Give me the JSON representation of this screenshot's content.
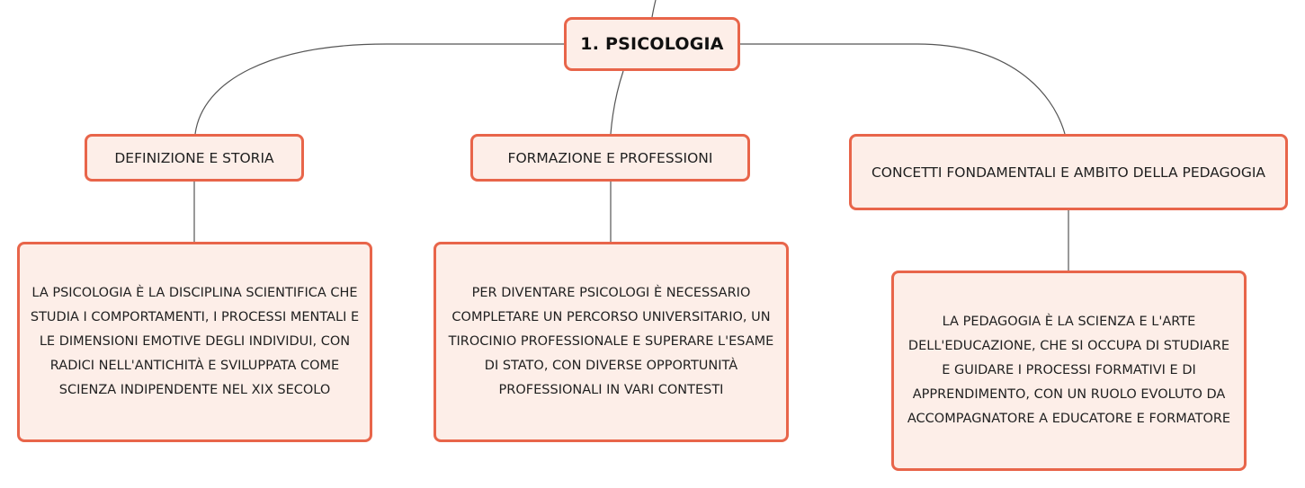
{
  "root": {
    "label": "1. PSICOLOGIA"
  },
  "branches": [
    {
      "label": "DEFINIZIONE E STORIA",
      "detail": "LA PSICOLOGIA È LA DISCIPLINA SCIENTIFICA CHE STUDIA I COMPORTAMENTI, I PROCESSI MENTALI E LE DIMENSIONI EMOTIVE DEGLI INDIVIDUI, CON RADICI NELL'ANTICHITÀ E SVILUPPATA COME SCIENZA INDIPENDENTE NEL XIX SECOLO"
    },
    {
      "label": "FORMAZIONE E PROFESSIONI",
      "detail": "PER DIVENTARE PSICOLOGI È NECESSARIO COMPLETARE UN PERCORSO UNIVERSITARIO, UN TIROCINIO PROFESSIONALE E SUPERARE L'ESAME DI STATO, CON DIVERSE OPPORTUNITÀ PROFESSIONALI IN VARI CONTESTI"
    },
    {
      "label": "CONCETTI FONDAMENTALI E AMBITO DELLA PEDAGOGIA",
      "detail": "LA PEDAGOGIA È LA SCIENZA E L'ARTE DELL'EDUCAZIONE, CHE SI OCCUPA DI STUDIARE E GUIDARE I PROCESSI FORMATIVI E DI APPRENDIMENTO, CON UN RUOLO EVOLUTO DA ACCOMPAGNATORE A EDUCATORE E FORMATORE"
    }
  ],
  "colors": {
    "node_border": "#e8654a",
    "node_fill": "#fdeee8",
    "connector": "#555555",
    "text": "#1f1f1f"
  }
}
